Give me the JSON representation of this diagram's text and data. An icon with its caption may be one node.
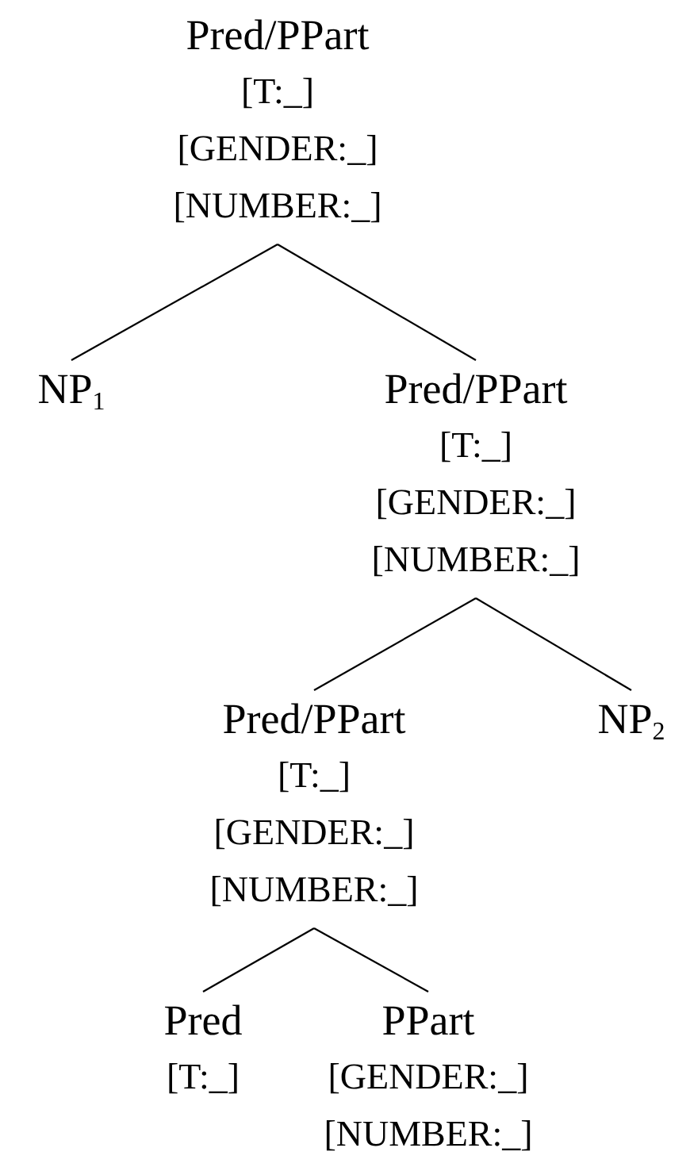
{
  "diagram": {
    "nodes": [
      {
        "text": [
          "Pred/PPart",
          "[T:_]",
          "[GENDER:_]",
          "[NUMBER:_]"
        ]
      },
      {
        "text": [
          "NP$_{1}$"
        ]
      },
      {
        "text": [
          "Pred/PPart",
          "[T:_]",
          "[GENDER:_]",
          "[NUMBER:_]"
        ]
      },
      {
        "text": [
          "Pred/PPart",
          "[T:_]",
          "[GENDER:_]",
          "[NUMBER:_]"
        ]
      },
      {
        "text": [
          "NP$_{2}$"
        ]
      },
      {
        "text": [
          "Pred",
          "[T:_]"
        ]
      },
      {
        "text": [
          "PPart",
          "[GENDER:_]",
          "[NUMBER:_]"
        ]
      }
    ],
    "edges": [
      {
        "from": 0,
        "to": 1,
        "arrow": "none"
      },
      {
        "from": 0,
        "to": 2,
        "arrow": "none"
      },
      {
        "from": 2,
        "to": 3,
        "arrow": "none"
      },
      {
        "from": 2,
        "to": 4,
        "arrow": "none"
      },
      {
        "from": 3,
        "to": 5,
        "arrow": "none"
      },
      {
        "from": 3,
        "to": 6,
        "arrow": "none"
      }
    ]
  }
}
